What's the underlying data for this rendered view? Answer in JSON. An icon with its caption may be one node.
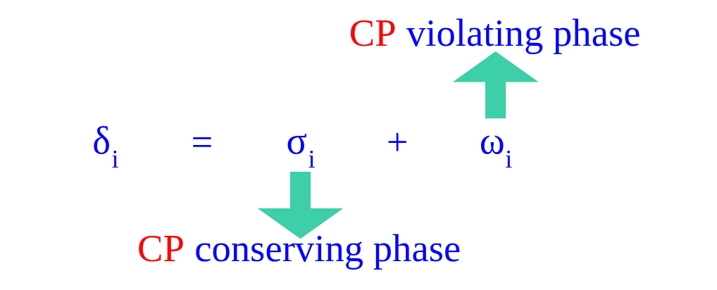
{
  "diagram": {
    "nodes": [
      {
        "text": [
          "CP violating phase"
        ]
      },
      {
        "text": [
          "σ$_{i}$"
        ]
      },
      {
        "text": [
          "ω$_{i}$"
        ]
      },
      {
        "text": [
          "CP conserving phase"
        ]
      }
    ],
    "edges": [
      {
        "from": 2,
        "to": 0,
        "arrow": "to"
      },
      {
        "from": 1,
        "to": 3,
        "arrow": "to"
      }
    ],
    "labels": [
      "δ$_{i}$",
      "=",
      "+"
    ]
  }
}
